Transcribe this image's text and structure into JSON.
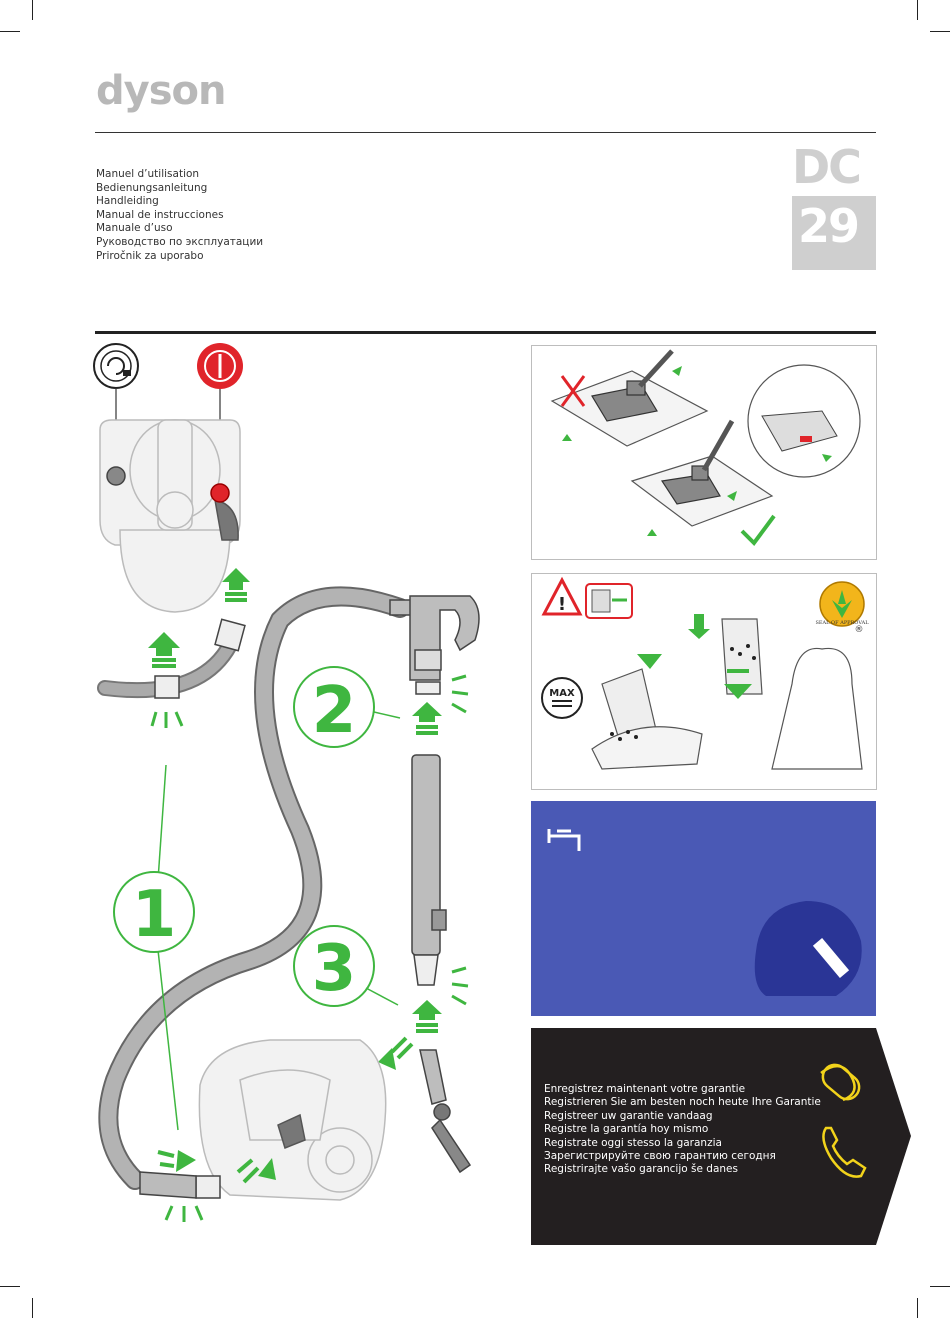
{
  "brand": {
    "logo": "dyson"
  },
  "manual_titles": [
    "Manuel d’utilisation",
    "Bedienungsanleitung",
    "Handleiding",
    "Manual de instrucciones",
    "Manuale d’uso",
    "Руководство по эксплуатации",
    "Priročnik za uporabo"
  ],
  "model": {
    "prefix": "DC",
    "number": "29"
  },
  "assembly": {
    "steps": [
      "1",
      "2",
      "3"
    ]
  },
  "bin_panel": {
    "max_label": "MAX",
    "seal_text": "SEAL OF APPROVAL",
    "registered_mark": "®"
  },
  "registration": {
    "lines": [
      "Enregistrez maintenant votre garantie",
      "Registrieren Sie am besten noch heute Ihre Garantie",
      "Registreer uw garantie vandaag",
      "Registre la garantía hoy mismo",
      "Registrate oggi stesso la garanzia",
      "Зарегистрируйте свою гарантию сегодня",
      "Registrirajte vašo garancijo še danes"
    ]
  },
  "colors": {
    "accent_green": "#3fb640",
    "wash_blue": "#4a59b5",
    "power_red": "#e0242a",
    "register_black": "#231f20",
    "icon_yellow": "#f2d31b"
  }
}
